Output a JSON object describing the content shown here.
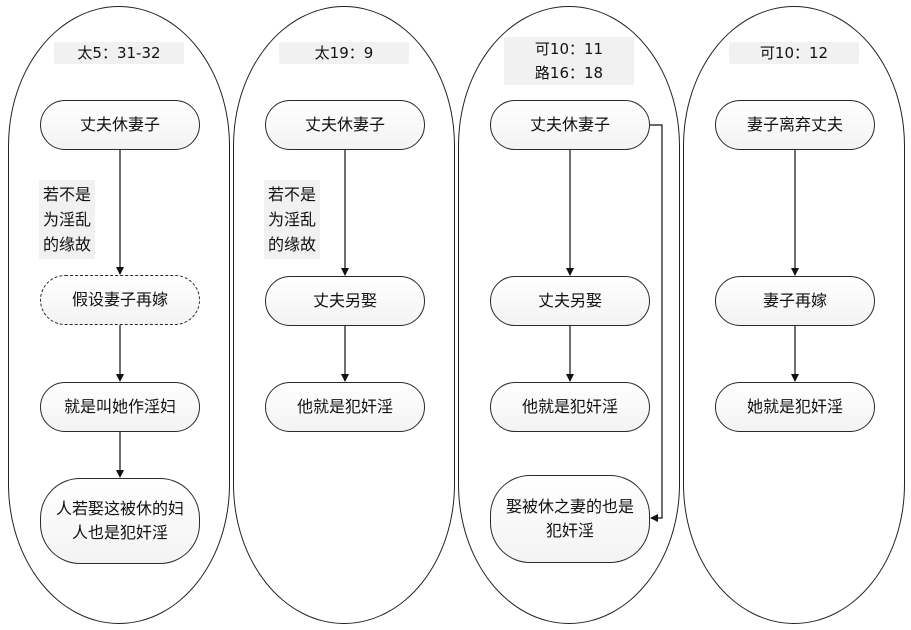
{
  "lanes": [
    {
      "ref": "太5：31-32",
      "steps": [
        "丈夫休妻子",
        "假设妻子再嫁",
        "就是叫她作淫妇",
        "人若娶这被休的妇人也是犯奸淫"
      ],
      "condition": [
        "若不是",
        "为淫乱",
        "的缘故"
      ]
    },
    {
      "ref": "太19：9",
      "steps": [
        "丈夫休妻子",
        "丈夫另娶",
        "他就是犯奸淫"
      ],
      "condition": [
        "若不是",
        "为淫乱",
        "的缘故"
      ]
    },
    {
      "ref_lines": [
        "可10：11",
        "路16：18"
      ],
      "steps": [
        "丈夫休妻子",
        "丈夫另娶",
        "他就是犯奸淫",
        "娶被休之妻的也是犯奸淫"
      ]
    },
    {
      "ref": "可10：12",
      "steps": [
        "妻子离弃丈夫",
        "妻子再嫁",
        "她就是犯奸淫"
      ]
    }
  ]
}
